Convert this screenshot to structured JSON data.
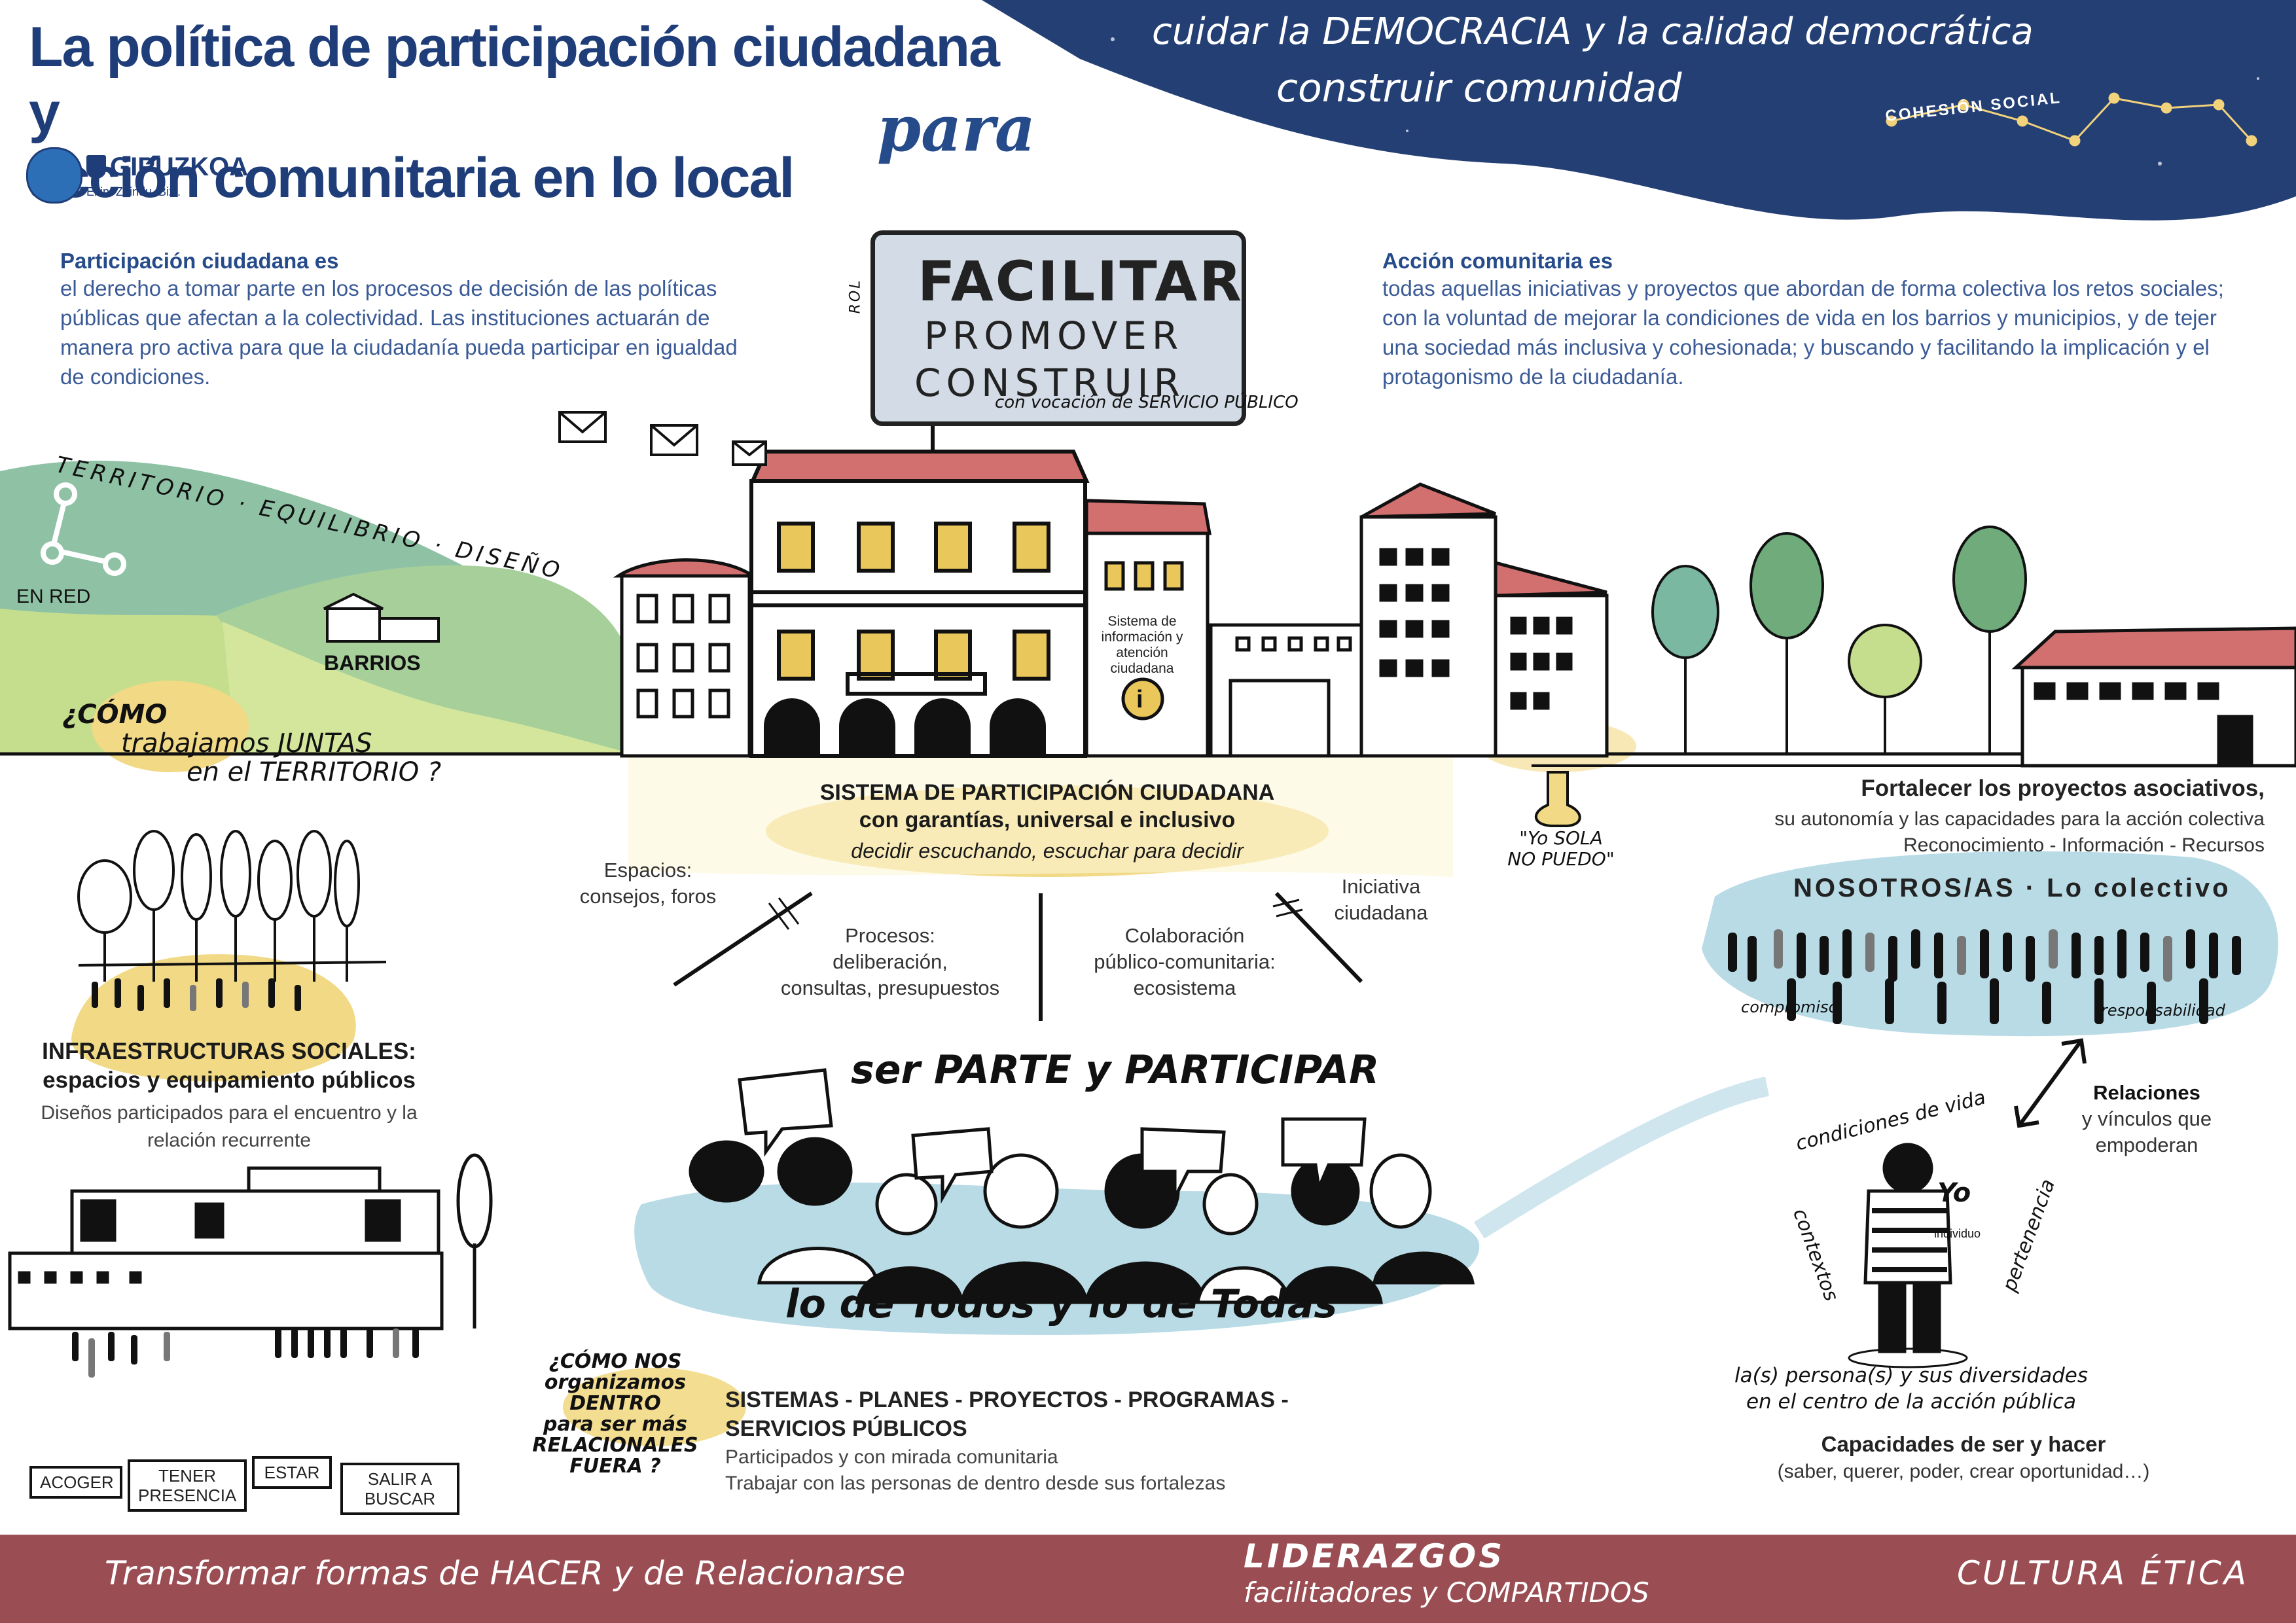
{
  "title": [
    "La política de participación ciudadana y",
    "acción comunitaria en lo local"
  ],
  "connector": "para",
  "banner": {
    "line1": "cuidar la DEMOCRACIA y la calidad democrática",
    "line2": "construir comunidad",
    "constellation": "COHESIÓN SOCIAL",
    "colors": {
      "banner": "#243f74",
      "star": "#f2d27a"
    }
  },
  "logo": {
    "name": "GIPUZKOA",
    "tagline": "Ekin. Zaindu. Bizi."
  },
  "participacion": {
    "heading": "Participación ciudadana es",
    "body": "el derecho a tomar parte en los procesos de decisión de las políticas públicas que afectan a la colectividad. Las instituciones actuarán de manera pro activa para que la ciudadanía pueda participar en igualdad de condiciones."
  },
  "accion": {
    "heading": "Acción comunitaria es",
    "body": "todas aquellas iniciativas y proyectos que abordan de forma colectiva los retos sociales; con la voluntad de mejorar la condiciones de vida en los barrios y municipios, y de tejer una sociedad más inclusiva y cohesionada; y buscando y facilitando la implicación y el protagonismo de la ciudadanía."
  },
  "role_sign": {
    "rol": "ROL",
    "words": [
      "FACILITAR",
      "PROMOVER",
      "CONSTRUIR"
    ],
    "vocacion": "con vocación de SERVICIO PÚBLICO"
  },
  "territorio": {
    "arc": "TERRITORIO · EQUILIBRIO · DISEÑO",
    "red": "EN RED",
    "barrios": "BARRIOS",
    "question": [
      "¿CÓMO",
      "trabajamos JUNTAS",
      "en el TERRITORIO ?"
    ]
  },
  "info_point": "Sistema de información y atención ciudadana",
  "info_glyph": "i",
  "sistema": {
    "title1": "SISTEMA DE PARTICIPACIÓN CIUDADANA",
    "title2": "con garantías, universal e inclusivo",
    "motto": "decidir escuchando, escuchar para decidir",
    "branches": [
      "Espacios:\nconsejos, foros",
      "Procesos:\ndeliberación,\nconsultas, presupuestos",
      "Colaboración\npúblico-comunitaria:\necosistema",
      "Iniciativa\nciudadana"
    ]
  },
  "yo_sola": [
    "\"Yo SOLA",
    "NO PUEDO\""
  ],
  "ser_parte": "ser PARTE y PARTICIPAR",
  "lo_de_todos": "lo de Todos y lo de Todas",
  "infra": {
    "title": "INFRAESTRUCTURAS SOCIALES:\nespacios y equipamiento públicos",
    "desc": "Diseños participados para el encuentro y la relación recurrente"
  },
  "organizamos": [
    "¿CÓMO NOS",
    "organizamos",
    "DENTRO",
    "para ser más",
    "RELACIONALES",
    "FUERA ?"
  ],
  "sistemas": {
    "title": "SISTEMAS - PLANES - PROYECTOS - PROGRAMAS - SERVICIOS PÚBLICOS",
    "d1": "Participados y con mirada comunitaria",
    "d2": "Trabajar con las personas de dentro desde sus fortalezas"
  },
  "tags": [
    "ACOGER",
    "TENER\nPRESENCIA",
    "ESTAR",
    "SALIR A\nBUSCAR"
  ],
  "asociativos": {
    "title": "Fortalecer los proyectos asociativos,",
    "desc": "su autonomía y las capacidades para la acción colectiva\nReconocimiento - Información - Recursos",
    "nosotros": "NOSOTROS/AS · Lo colectivo",
    "compromiso": "compromiso",
    "responsabilidad": "responsabilidad"
  },
  "relaciones": {
    "title": "Relaciones",
    "desc": "y vínculos que empoderan"
  },
  "individuo": {
    "yo": "Yo",
    "sub": "individuo",
    "arc_top": "condiciones de vida",
    "arc_left": "contextos",
    "arc_right": "pertenencia",
    "center": [
      "la(s) persona(s) y sus diversidades",
      "en el centro de la acción pública"
    ]
  },
  "capacidades": {
    "title": "Capacidades de ser y hacer",
    "desc": "(saber, querer, poder, crear oportunidad…)"
  },
  "footer": {
    "item1": "Transformar formas de HACER y de Relacionarse",
    "item2a": "LIDERAZGOS",
    "item2b": "facilitadores y COMPARTIDOS",
    "item3": "CULTURA ÉTICA",
    "color": "#9a4e53"
  },
  "colors": {
    "title_blue": "#1f3d78",
    "text_blue": "#3b5b97",
    "yellow_wash": "#f1d985",
    "window_yellow": "#e9c75a",
    "roof_red": "#d26f6f",
    "hill_green": "#8fc1a5",
    "hill_lime": "#c4de8d",
    "water_blue": "#b9dbe6"
  }
}
